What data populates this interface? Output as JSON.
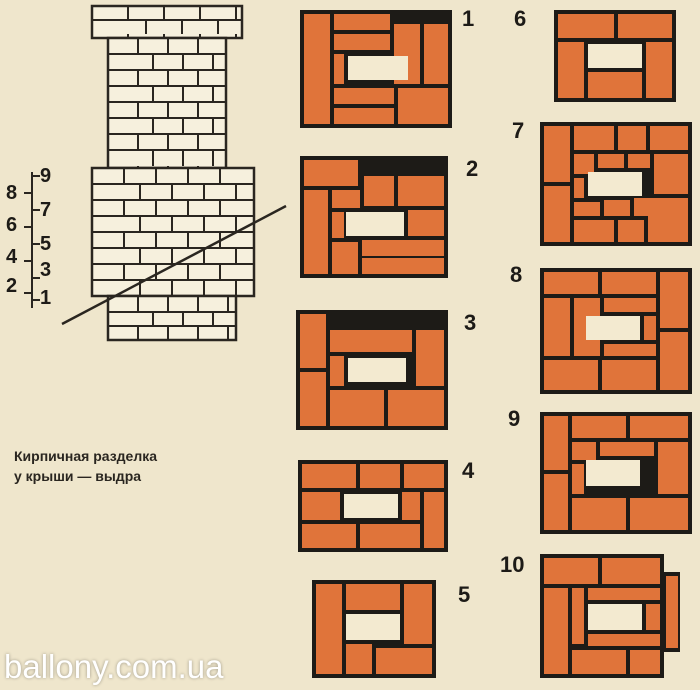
{
  "caption": {
    "line1": "Кирпичная разделка",
    "line2": "у крыши — выдра"
  },
  "watermark": "ballony.com.ua",
  "height_scale": {
    "right_numbers": [
      "9",
      "7",
      "5",
      "3",
      "1"
    ],
    "left_numbers": [
      "8",
      "6",
      "4",
      "2"
    ]
  },
  "patterns": [
    {
      "id": "1",
      "label": "1"
    },
    {
      "id": "2",
      "label": "2"
    },
    {
      "id": "3",
      "label": "3"
    },
    {
      "id": "4",
      "label": "4"
    },
    {
      "id": "5",
      "label": "5"
    },
    {
      "id": "6",
      "label": "6"
    },
    {
      "id": "7",
      "label": "7"
    },
    {
      "id": "8",
      "label": "8"
    },
    {
      "id": "9",
      "label": "9"
    },
    {
      "id": "10",
      "label": "10"
    }
  ],
  "colors": {
    "brick": "#e0743a",
    "mortar": "#1d1b17",
    "flue": "#f3ead0",
    "paper": "#efe6cc",
    "chimney_brick": "#f6f0dd"
  }
}
